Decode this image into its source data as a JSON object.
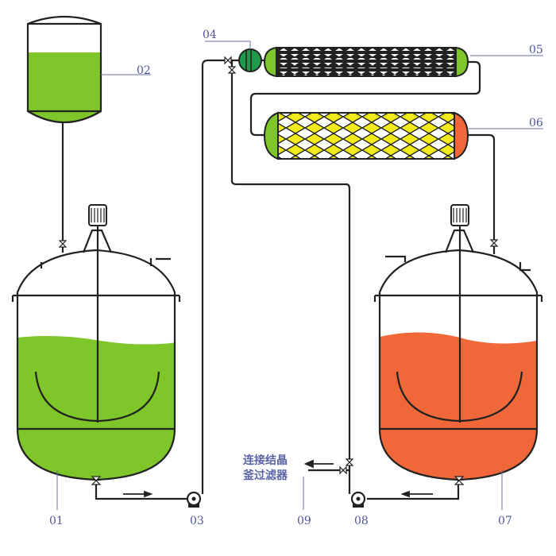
{
  "labels": {
    "reactor_1": "01",
    "feed_tank": "02",
    "pump_1": "03",
    "filter": "04",
    "heat_exchanger": "05",
    "packed_column": "06",
    "reactor_2": "07",
    "pump_2": "08",
    "outlet": "09"
  },
  "outlet_note": {
    "line1": "连接结晶",
    "line2": "釜过滤器"
  },
  "colors": {
    "green": "#7ec62a",
    "orange": "#f0683a",
    "yellow": "#f3ea1c",
    "dark_green": "#1f9a4a",
    "label": "#4d5596"
  }
}
